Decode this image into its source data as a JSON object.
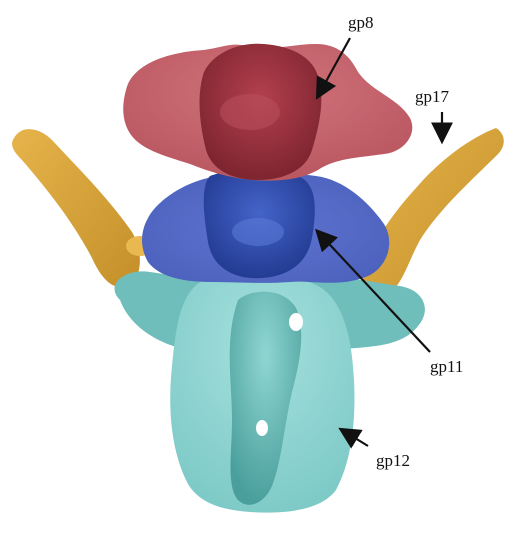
{
  "labels": {
    "gp8": "gp8",
    "gp17": "gp17",
    "gp11": "gp11",
    "gp12": "gp12"
  },
  "colors": {
    "gp8": "#b8555f",
    "gp8_dark": "#8e2f3b",
    "gp17": "#d7a53a",
    "gp11": "#4f67c4",
    "gp11_dark": "#2e49a8",
    "gp12": "#7cc9c6",
    "gp12_dark": "#4fa7a5"
  }
}
